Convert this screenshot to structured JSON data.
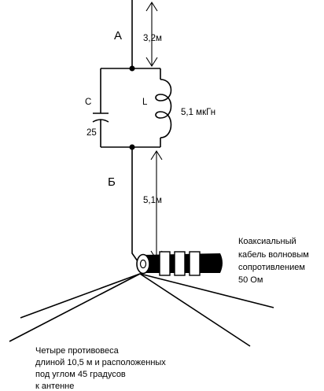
{
  "labels": {
    "point_a": "А",
    "point_b": "Б",
    "top_length": "3,2м",
    "bottom_length": "5,1м",
    "capacitor_letter": "С",
    "capacitor_value": "25",
    "inductor_letter": "L",
    "inductance": "5,1 мкГн"
  },
  "cable_note": [
    "Коаксиальный",
    "кабель волновым",
    "сопротивлением",
    "50 Ом"
  ],
  "radials_note": [
    "Четыре противовеса",
    "длиной 10,5 м и расположенных",
    "под углом 45 градусов",
    "к антенне"
  ]
}
